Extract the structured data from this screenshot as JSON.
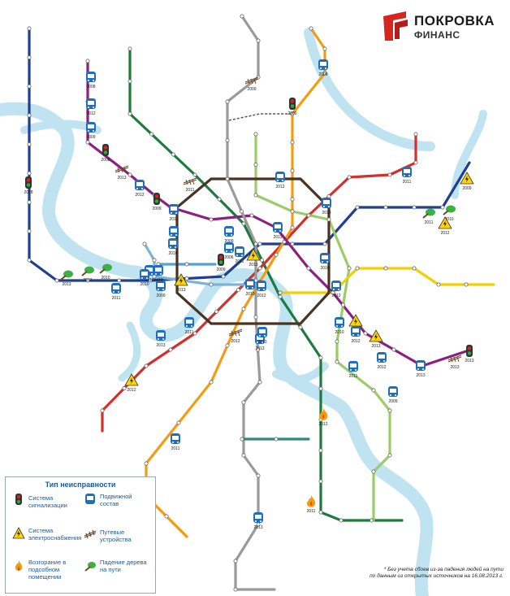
{
  "logo": {
    "name": "ПОКРОВКА",
    "sub": "ФИНАНС"
  },
  "legend": {
    "title": "Тип неисправности",
    "items": [
      {
        "key": "signal",
        "label": "Система сигнализации",
        "icon": "traffic-light-icon"
      },
      {
        "key": "rolling",
        "label": "Подвижной состав",
        "icon": "train-icon"
      },
      {
        "key": "power",
        "label": "Система электроснабжения",
        "icon": "high-voltage-icon"
      },
      {
        "key": "track",
        "label": "Путевые устройства",
        "icon": "rail-track-icon"
      },
      {
        "key": "fire",
        "label": "Возгорание в подсобном помещении",
        "icon": "fire-icon"
      },
      {
        "key": "tree",
        "label": "Падение дерева на пути",
        "icon": "fallen-tree-icon"
      }
    ]
  },
  "footnote": {
    "line1": "* Без учета сбоев из-за падения людей на пути",
    "line2": "по данным из открытых источников на 16.08.2013 г."
  },
  "colors": {
    "river": "#bfe3f1",
    "line_blue": "#1f3f8f",
    "line_green": "#1f7a3e",
    "line_red": "#d32f2f",
    "line_orange": "#f39c12",
    "line_purple": "#8e1f7e",
    "line_grey": "#9a9a9a",
    "line_lightgreen": "#9ccc65",
    "line_yellow": "#f0d000",
    "line_brown": "#4a3320",
    "line_teal": "#2e8b7a",
    "line_lightblue": "#7fb3d5",
    "line_cyan": "#4fa3d8",
    "signal_red": "#e02020",
    "power_yellow": "#ffd400"
  },
  "incidents": [
    {
      "type": "rolling",
      "year": "2008"
    },
    {
      "type": "rolling",
      "year": "2012"
    },
    {
      "type": "rolling",
      "year": "2009"
    },
    {
      "type": "signal",
      "year": "2008"
    },
    {
      "type": "track",
      "year": "2013"
    },
    {
      "type": "rolling",
      "year": "2012"
    },
    {
      "type": "signal",
      "year": "2009"
    },
    {
      "type": "rolling",
      "year": "2010"
    },
    {
      "type": "rolling",
      "year": "2009"
    },
    {
      "type": "signal",
      "year": "2008"
    },
    {
      "type": "track",
      "year": "2011"
    },
    {
      "type": "rolling",
      "year": "2012"
    },
    {
      "type": "rolling",
      "year": "2011"
    },
    {
      "type": "rolling",
      "year": "2009"
    },
    {
      "type": "signal",
      "year": "2009"
    },
    {
      "type": "track",
      "year": "2009"
    },
    {
      "type": "rolling",
      "year": "2009"
    },
    {
      "type": "rolling",
      "year": "2006"
    },
    {
      "type": "rolling",
      "year": "2011"
    },
    {
      "type": "power",
      "year": "2013"
    },
    {
      "type": "signal",
      "year": "2009"
    },
    {
      "type": "rolling",
      "year": "2012"
    },
    {
      "type": "rolling",
      "year": "2009"
    },
    {
      "type": "power",
      "year": "2013"
    },
    {
      "type": "rolling",
      "year": "2010"
    },
    {
      "type": "power",
      "year": "2009"
    },
    {
      "type": "tree",
      "year": "2010"
    },
    {
      "type": "tree",
      "year": "2011"
    },
    {
      "type": "power",
      "year": "2012"
    },
    {
      "type": "rolling",
      "year": "2013"
    },
    {
      "type": "tree",
      "year": "2013"
    },
    {
      "type": "tree",
      "year": "2013"
    },
    {
      "type": "tree",
      "year": "2010"
    },
    {
      "type": "rolling",
      "year": "2010"
    },
    {
      "type": "rolling",
      "year": "2011"
    },
    {
      "type": "rolling",
      "year": "2012"
    },
    {
      "type": "rolling",
      "year": "2010"
    },
    {
      "type": "rolling",
      "year": "2010"
    },
    {
      "type": "rolling",
      "year": "2011"
    },
    {
      "type": "rolling",
      "year": "2013"
    },
    {
      "type": "rolling",
      "year": "2010"
    },
    {
      "type": "track",
      "year": "2012"
    },
    {
      "type": "rolling",
      "year": "2013"
    },
    {
      "type": "rolling",
      "year": "2013"
    },
    {
      "type": "power",
      "year": "2012"
    },
    {
      "type": "rolling",
      "year": "2012"
    },
    {
      "type": "rolling",
      "year": "2010"
    },
    {
      "type": "power",
      "year": "2013"
    },
    {
      "type": "rolling",
      "year": "2011"
    },
    {
      "type": "rolling",
      "year": "2012"
    },
    {
      "type": "rolling",
      "year": "2009"
    },
    {
      "type": "rolling",
      "year": "2013"
    },
    {
      "type": "rolling",
      "year": "2013"
    },
    {
      "type": "track",
      "year": "2013"
    },
    {
      "type": "signal",
      "year": "2013"
    },
    {
      "type": "fire",
      "year": "2012"
    },
    {
      "type": "rolling",
      "year": "2011"
    },
    {
      "type": "fire",
      "year": "2011"
    },
    {
      "type": "rolling",
      "year": "2013"
    },
    {
      "type": "power",
      "year": "2012"
    },
    {
      "type": "rolling",
      "year": "2011"
    }
  ]
}
